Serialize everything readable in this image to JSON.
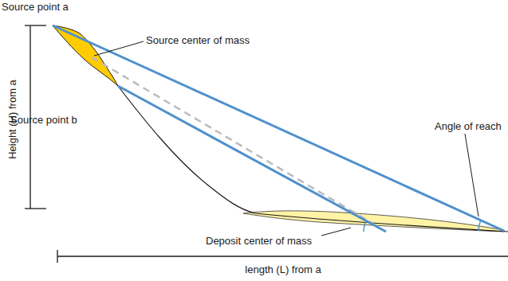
{
  "diagram": {
    "labels": [
      "Source point a",
      "Source center of mass",
      "Source point b",
      "Angle of reach",
      "Height (H) from a",
      "Deposit center of mass",
      "length (L) from a"
    ]
  }
}
